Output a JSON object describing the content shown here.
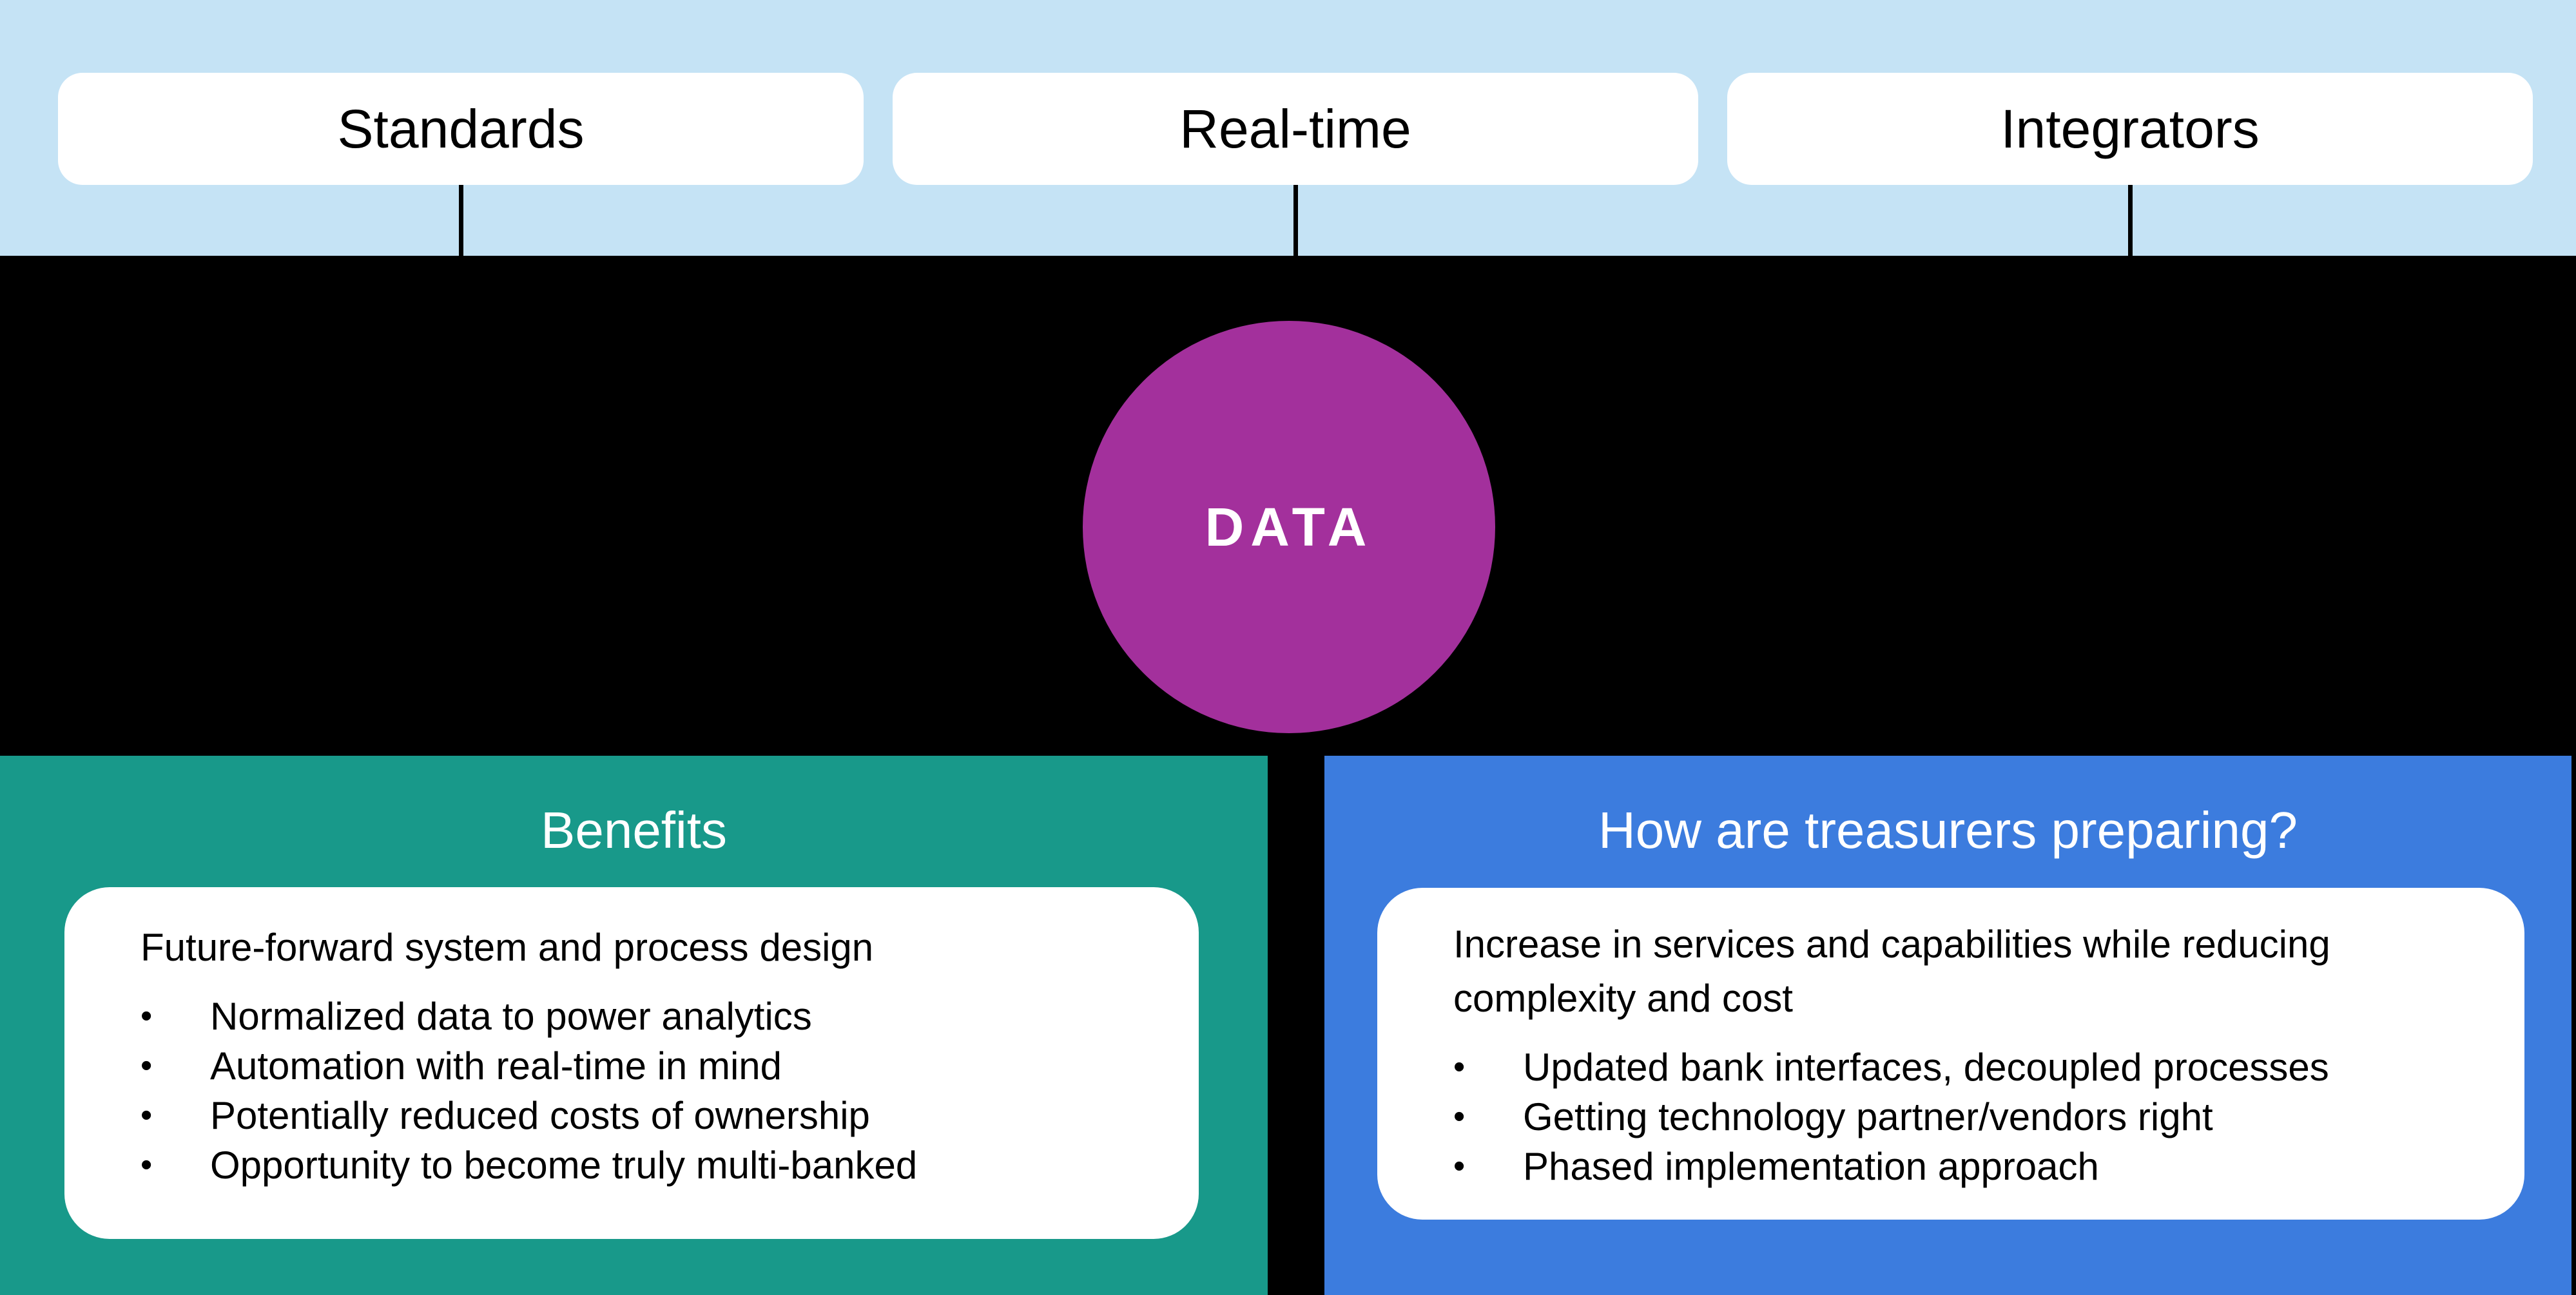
{
  "colors": {
    "lightblue": "#C5E3F5",
    "teal": "#18998A",
    "blue": "#3C7CDE",
    "purple": "#A3309C",
    "card": "#FFFFFF"
  },
  "top_band": {
    "pills": [
      {
        "label": "Standards"
      },
      {
        "label": "Real-time"
      },
      {
        "label": "Integrators"
      }
    ]
  },
  "center": {
    "circle_label": "DATA"
  },
  "panels": {
    "benefits": {
      "title": "Benefits",
      "card": {
        "heading": "Future-forward system and process design",
        "bullet_char": "•",
        "bullets": [
          "Normalized data to power analytics",
          "Automation with real-time in mind",
          "Potentially reduced costs of ownership",
          "Opportunity to become truly multi-banked"
        ]
      }
    },
    "preparing": {
      "title": "How are treasurers preparing?",
      "card": {
        "heading": "Increase in services and capabilities while reducing complexity and cost",
        "bullet_char": "•",
        "bullets": [
          "Updated bank interfaces, decoupled processes",
          "Getting technology partner/vendors right",
          "Phased implementation approach"
        ]
      }
    }
  }
}
